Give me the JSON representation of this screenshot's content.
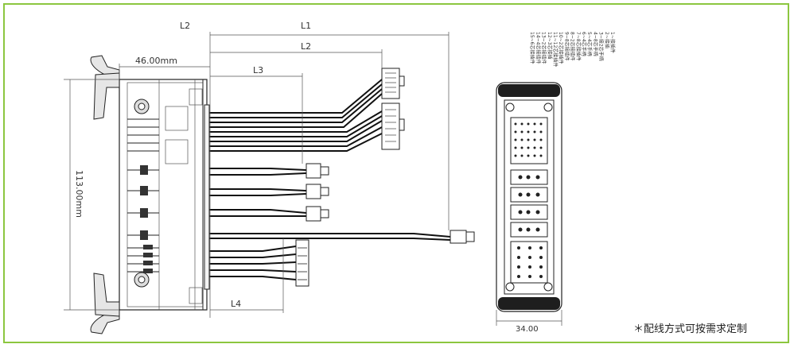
{
  "dimensions": {
    "l1": "L1",
    "l2_top": "L2",
    "l2": "L2",
    "l3": "L3",
    "l4": "L4",
    "width_46": "46.00mm",
    "height_113": "113.00mm",
    "width_34": "34.00"
  },
  "pin_legend": [
    "1~接插件",
    "2~接插",
    "3~接2芯手柄",
    "4~8芯手柄",
    "5~4芯手柄",
    "6~4芯手柄",
    "7~8芯接插件",
    "8~2芯接插件",
    "9~8芯接插件",
    "10~2芯接插件",
    "11~12芯接插件",
    "12~3芯接插",
    "13~2芯接插件",
    "14~4芯接插件",
    "15~6芯接插件"
  ],
  "note": "＊配线方式可按需求定制",
  "colors": {
    "frame": "#8cc63f",
    "line": "#222222"
  }
}
